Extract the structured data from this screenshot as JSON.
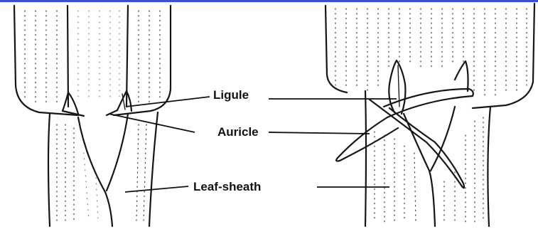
{
  "diagram": {
    "labels": {
      "ligule": "Ligule",
      "auricle": "Auricle",
      "leaf_sheath": "Leaf-sheath"
    },
    "colors": {
      "ink": "#161616",
      "top_border": "#3d4fd6",
      "background": "#ffffff"
    }
  }
}
